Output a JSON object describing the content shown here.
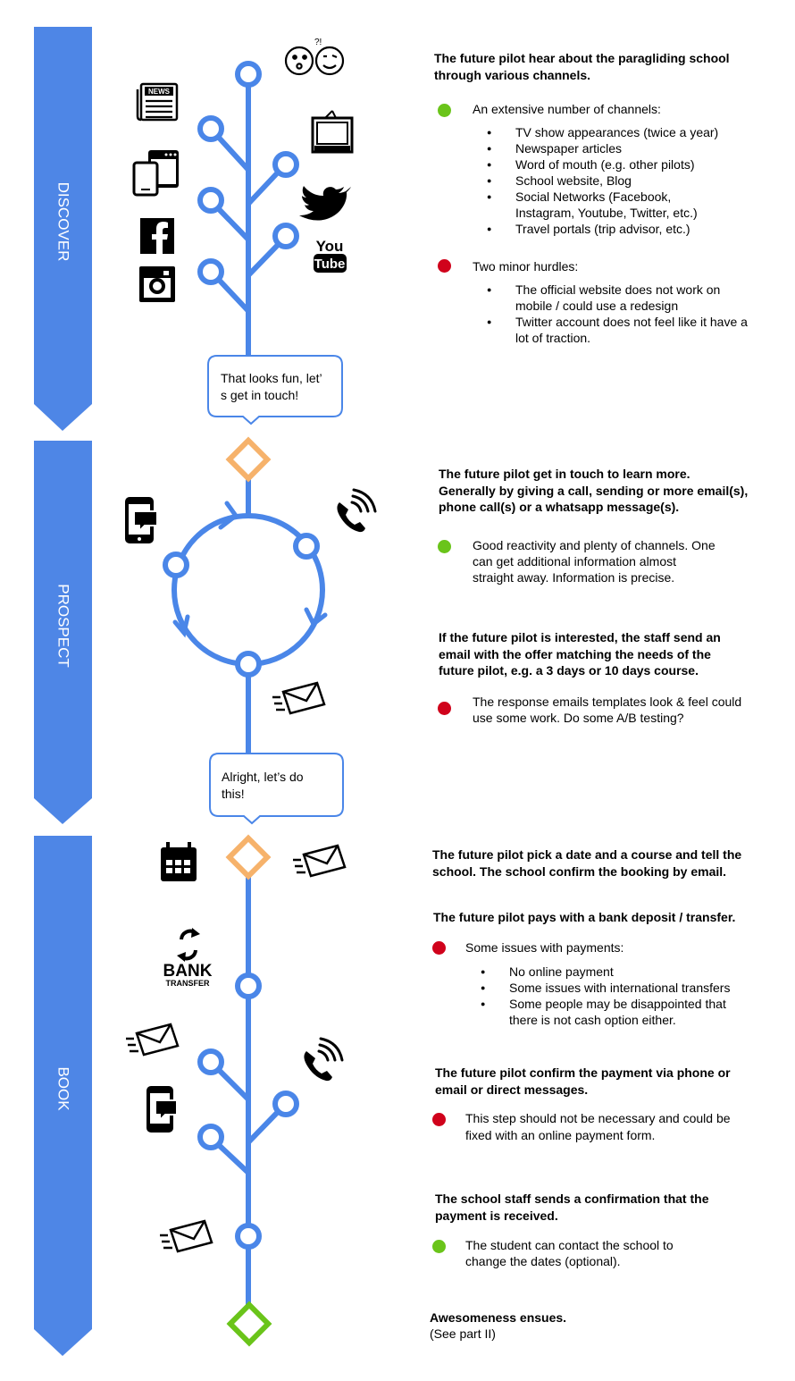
{
  "colors": {
    "banner": "#4e86e6",
    "line": "#4a86e8",
    "diamond_orange": "#f6b26b",
    "diamond_green": "#6ac41a",
    "good": "#6ac41a",
    "bad": "#d0021b"
  },
  "stages": [
    "DISCOVER",
    "PROSPECT",
    "BOOK"
  ],
  "icons": {
    "news": "NEWS",
    "youtube_top": "You",
    "youtube_bottom": "Tube",
    "bank_top": "BANK",
    "bank_bottom": "TRANSFER",
    "social_mark": "?!"
  },
  "bubbles": [
    {
      "line1": "That looks fun, let’",
      "line2": "s get in touch!"
    },
    {
      "line1": "Alright, let’s do",
      "line2": "this!"
    }
  ],
  "discover": {
    "heading_1": "The future pilot hear about the paragliding school",
    "heading_2": "through various channels.",
    "good_title": "An extensive number of channels:",
    "channels": [
      "TV show appearances (twice a year)",
      "Newspaper articles",
      "Word of mouth (e.g. other pilots)",
      "School website, Blog",
      "Social Networks (Facebook, Instagram, Youtube, Twitter, etc.)",
      "Travel portals (trip advisor, etc.)"
    ],
    "bad_title": "Two minor hurdles:",
    "hurdles": [
      "The official website does not work on mobile / could use a redesign",
      "Twitter account does not feel like it have a lot of traction."
    ]
  },
  "prospect": {
    "heading_1": "The future pilot get in touch to learn more.",
    "heading_2": "Generally by giving a call, sending or more email(s),",
    "heading_3": "phone call(s) or a whatsapp message(s).",
    "good_1": "Good reactivity and plenty of channels. One",
    "good_2": "can get additional information almost",
    "good_3": "straight away. Information is precise.",
    "offer_1": "If the future pilot is interested, the staff send an",
    "offer_2": "email with the offer matching the needs of the",
    "offer_3": "future pilot, e.g. a 3 days or 10 days course.",
    "bad_1": "The response emails templates look & feel could",
    "bad_2": "use some work. Do some A/B testing?"
  },
  "book": {
    "pick_1": "The future pilot pick a date and a course and tell the",
    "pick_2": "school. The school confirm the booking by email.",
    "pays": "The future pilot pays with a bank deposit / transfer.",
    "pay_issue_title": "Some issues with payments:",
    "pay_issues": [
      "No online payment",
      "Some issues with international transfers",
      "Some people may be disappointed that there is not cash option either."
    ],
    "confirm_1": "The future pilot confirm the payment via phone or",
    "confirm_2": "email or direct messages.",
    "confirm_bad_1": "This step should not be necessary and could be",
    "confirm_bad_2": "fixed with an online payment form.",
    "staff_1": "The school staff sends a confirmation that the",
    "staff_2": "payment is received.",
    "staff_good_1": "The student can contact the school to",
    "staff_good_2": "change the dates (optional).",
    "end_title": "Awesomeness ensues.",
    "end_note": "(See part II)"
  }
}
